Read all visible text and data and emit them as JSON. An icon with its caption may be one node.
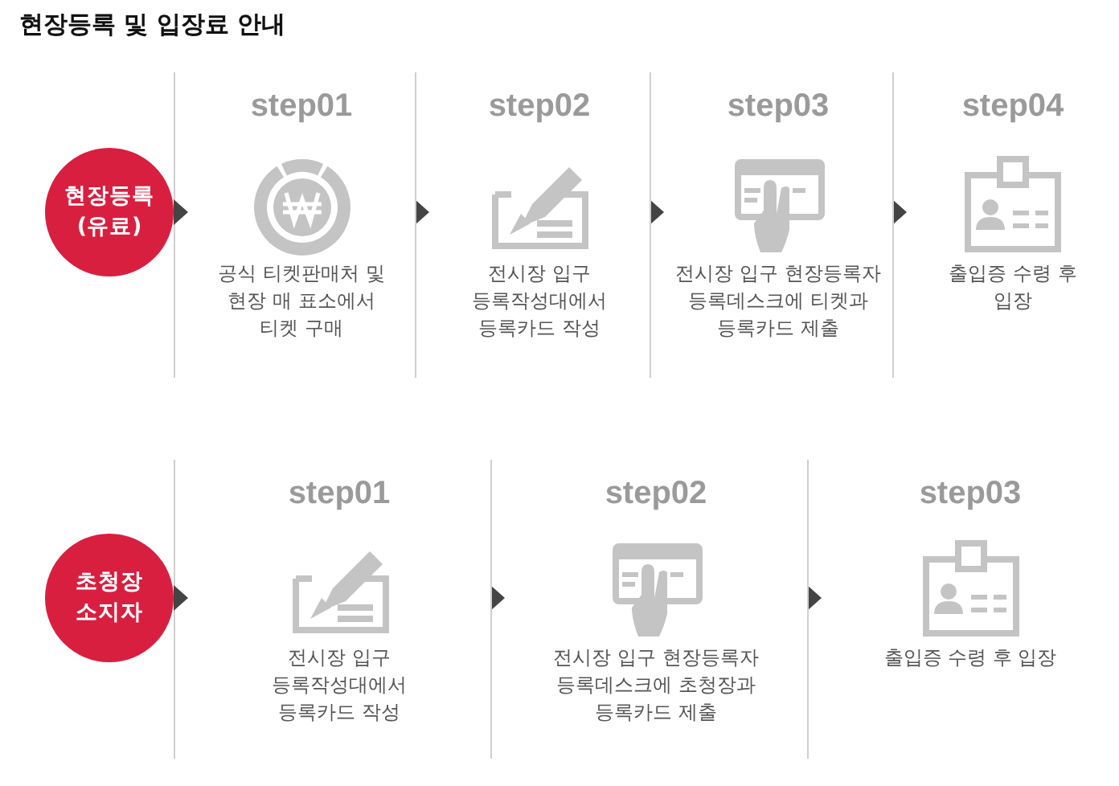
{
  "diagram": {
    "title": "현장등록 및 입장료 안내",
    "nodes": [
      {
        "text": [
          "현장등록 (유료)"
        ]
      },
      {
        "text": [
          "step01",
          "공식 티켓판매처 및 현장 매 표소에서 티켓 구매"
        ]
      },
      {
        "text": [
          "step02",
          "전시장 입구 등록작성대에서 등록카드 작성"
        ]
      },
      {
        "text": [
          "step03",
          "전시장 입구 현장등록자 등록데스크에 티켓과 등록카드 제출"
        ]
      },
      {
        "text": [
          "step04",
          "출입증 수령 후 입장"
        ]
      },
      {
        "text": [
          "초청장 소지자"
        ]
      },
      {
        "text": [
          "step01",
          "전시장 입구 등록작성대에서 등록카드 작성"
        ]
      },
      {
        "text": [
          "step02",
          "전시장 입구 현장등록자 등록데스크에 초청장과 등록카드 제출"
        ]
      },
      {
        "text": [
          "step03",
          "출입증 수령 후 입장"
        ]
      }
    ],
    "edges": [
      {
        "from": 0,
        "to": 1,
        "arrow": "to"
      },
      {
        "from": 1,
        "to": 2,
        "arrow": "to"
      },
      {
        "from": 2,
        "to": 3,
        "arrow": "to"
      },
      {
        "from": 3,
        "to": 4,
        "arrow": "to"
      },
      {
        "from": 5,
        "to": 6,
        "arrow": "to"
      },
      {
        "from": 6,
        "to": 7,
        "arrow": "to"
      },
      {
        "from": 7,
        "to": 8,
        "arrow": "to"
      }
    ]
  }
}
